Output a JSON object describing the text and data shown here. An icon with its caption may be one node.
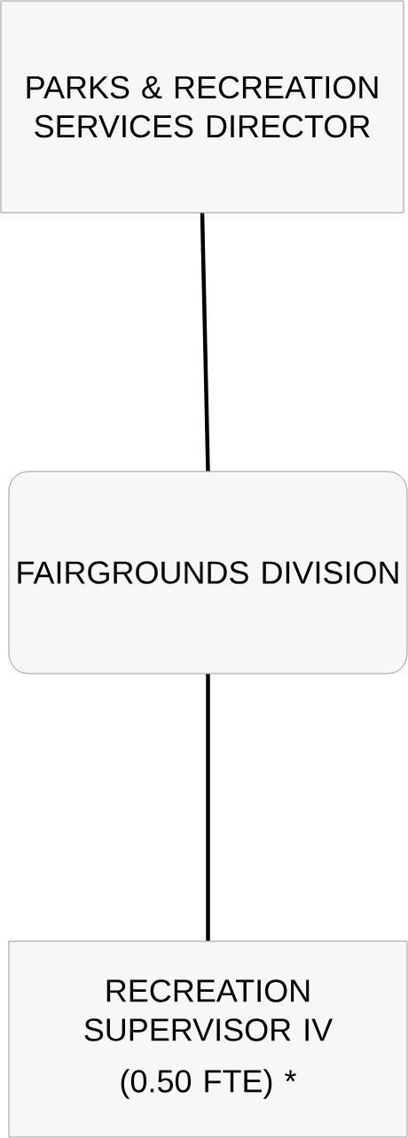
{
  "diagram": {
    "nodes": [
      {
        "text": [
          "PARKS & RECREATION SERVICES DIRECTOR"
        ]
      },
      {
        "text": [
          "FAIRGROUNDS DIVISION"
        ]
      },
      {
        "text": [
          "RECREATION SUPERVISOR IV",
          "(0.50 FTE) *"
        ]
      }
    ],
    "edges": [
      {
        "from": 0,
        "to": 1,
        "arrow": "none"
      },
      {
        "from": 1,
        "to": 2,
        "arrow": "none"
      }
    ]
  }
}
